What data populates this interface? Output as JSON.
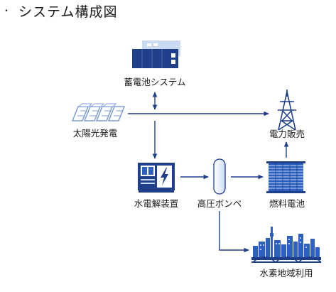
{
  "title": {
    "bullet": "・",
    "text": "システム構成図"
  },
  "nodes": {
    "storage": "蓄電池システム",
    "solar": "太陽光発電",
    "sale": "電力販売",
    "electrolyzer": "水電解装置",
    "cylinder": "高圧ボンベ",
    "fuel_cell": "燃料電池",
    "hydrogen_use": "水素地域利用"
  },
  "colors": {
    "navy": "#1f3f8a",
    "blue": "#2c5fbf",
    "light_blue": "#c9daf2",
    "line": "#1f3f8a"
  },
  "icons": {
    "storage": "battery-container-icon",
    "solar": "solar-panel-icon",
    "sale": "power-tower-icon",
    "electrolyzer": "electrolyzer-icon",
    "cylinder": "gas-cylinder-icon",
    "fuel_cell": "fuel-cell-icon",
    "hydrogen_use": "city-skyline-icon"
  }
}
